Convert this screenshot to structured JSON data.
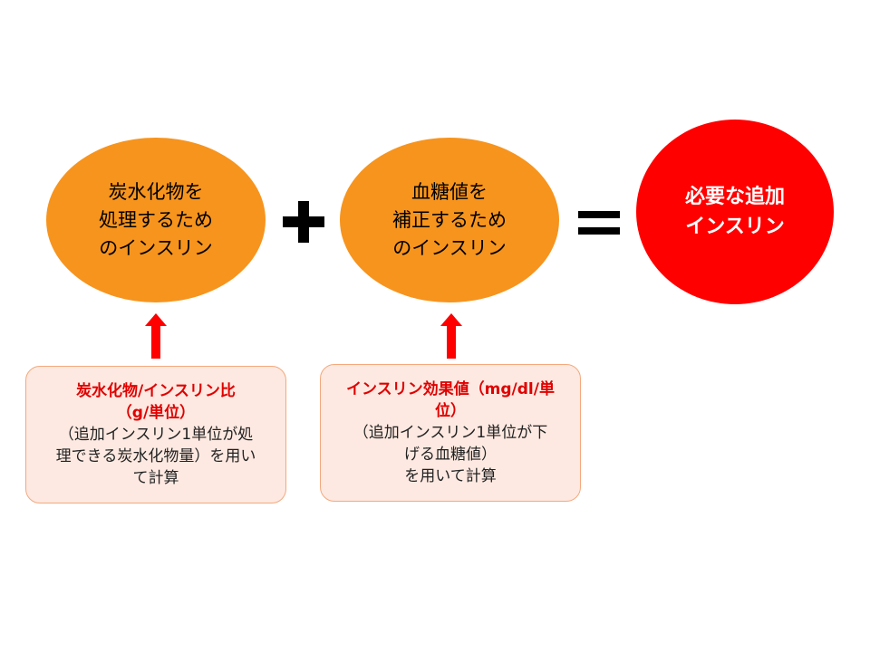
{
  "diagram": {
    "nodes": {
      "carb_insulin": {
        "label": "炭水化物を\n処理するため\nのインスリン",
        "color": "#f7941d"
      },
      "correction_insulin": {
        "label": "血糖値を\n補正するため\nのインスリン",
        "color": "#f7941d"
      },
      "required_insulin": {
        "label": "必要な追加\nインスリン",
        "color": "#ff0000"
      }
    },
    "operators": {
      "plus": "+",
      "equals": "="
    },
    "notes": {
      "carb_ratio": {
        "title": "炭水化物/インスリン比\n（g/単位）",
        "body": "（追加インスリン1単位が処\n理できる炭水化物量）を用い\nて計算"
      },
      "sensitivity": {
        "title": "インスリン効果値（mg/dl/単\n位）",
        "body": "（追加インスリン1単位が下\nげる血糖値）\nを用いて計算"
      }
    },
    "colors": {
      "orange": "#f7941d",
      "red": "#ff0000",
      "note_bg": "#fde9e1",
      "note_border": "#f4a87c",
      "arrow": "#ff0000"
    }
  }
}
